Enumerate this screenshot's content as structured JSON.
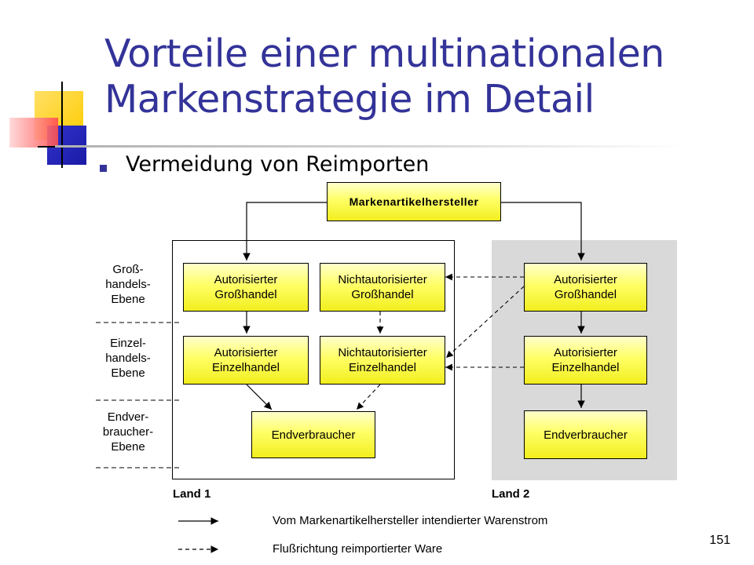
{
  "slide": {
    "title_line1": "Vorteile einer multinationalen",
    "title_line2": "Markenstrategie im Detail",
    "bullet": "Vermeidung von Reimporten",
    "page_number": "151"
  },
  "diagram": {
    "manufacturer": "Markenartikelhersteller",
    "levels": {
      "wholesale": "Groß-\nhandels-\nEbene",
      "retail": "Einzel-\nhandels-\nEbene",
      "consumer": "Endver-\nbraucher-\nEbene"
    },
    "land1": {
      "label": "Land 1",
      "auth_wholesale": "Autorisierter\nGroßhandel",
      "unauth_wholesale": "Nichtautorisierter\nGroßhandel",
      "auth_retail": "Autorisierter\nEinzelhandel",
      "unauth_retail": "Nichtautorisierter\nEinzelhandel",
      "consumer": "Endverbraucher"
    },
    "land2": {
      "label": "Land 2",
      "auth_wholesale": "Autorisierter\nGroßhandel",
      "auth_retail": "Autorisierter\nEinzelhandel",
      "consumer": "Endverbraucher"
    },
    "legend": {
      "solid": "Vom Markenartikelhersteller intendierter Warenstrom",
      "dashed": "Flußrichtung reimportierter Ware"
    }
  },
  "colors": {
    "title": "#333399",
    "land2_background": "#d9d9d9",
    "box_fill": "#ffff66"
  }
}
